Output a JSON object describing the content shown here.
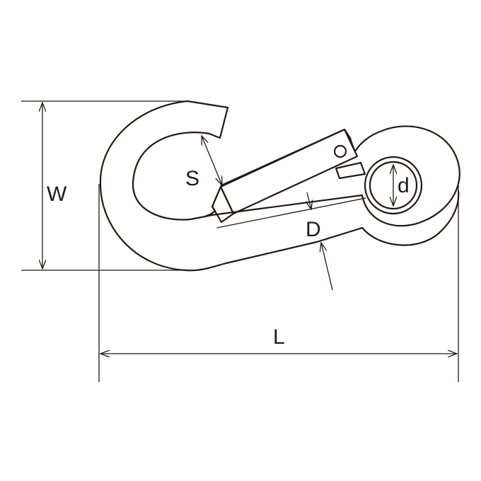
{
  "diagram": {
    "labels": {
      "width": "W",
      "length": "L",
      "gate_opening": "S",
      "wire_diameter": "D",
      "eye_diameter": "d"
    }
  }
}
